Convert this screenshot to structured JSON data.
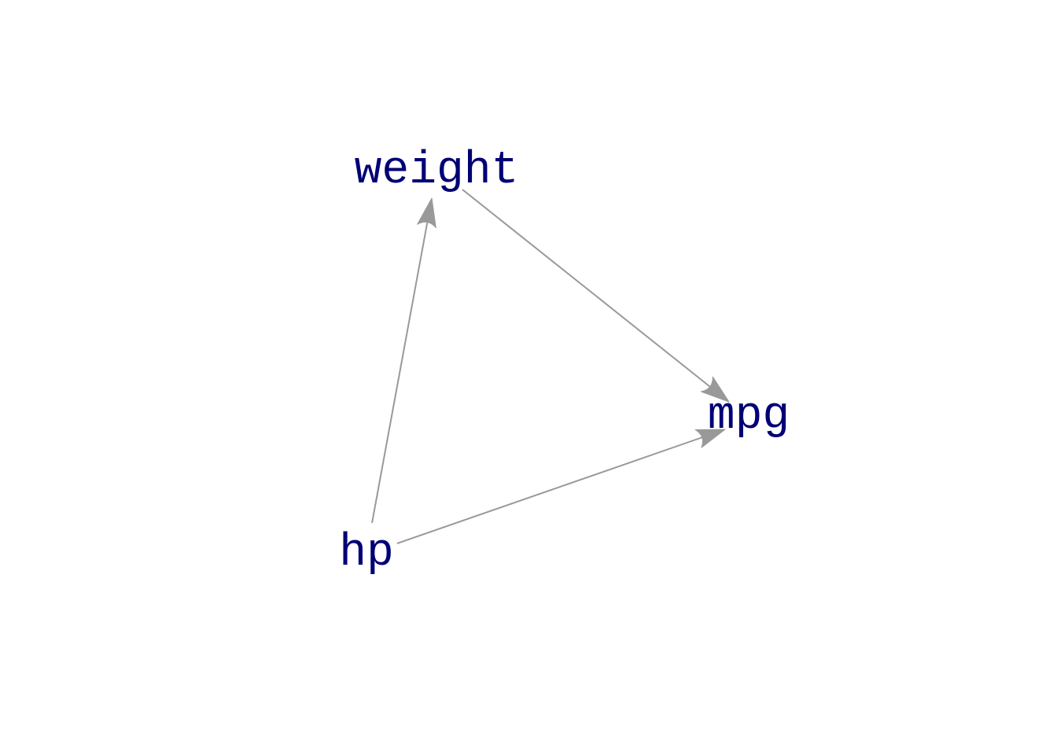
{
  "diagram": {
    "nodes": [
      {
        "id": "weight",
        "label": "weight"
      },
      {
        "id": "mpg",
        "label": "mpg"
      },
      {
        "id": "hp",
        "label": "hp"
      }
    ],
    "edges": [
      {
        "from": "weight",
        "to": "mpg"
      },
      {
        "from": "hp",
        "to": "weight"
      },
      {
        "from": "hp",
        "to": "mpg"
      }
    ],
    "colors": {
      "node_text": "#000075",
      "edge": "#999999",
      "background": "#ffffff"
    }
  }
}
